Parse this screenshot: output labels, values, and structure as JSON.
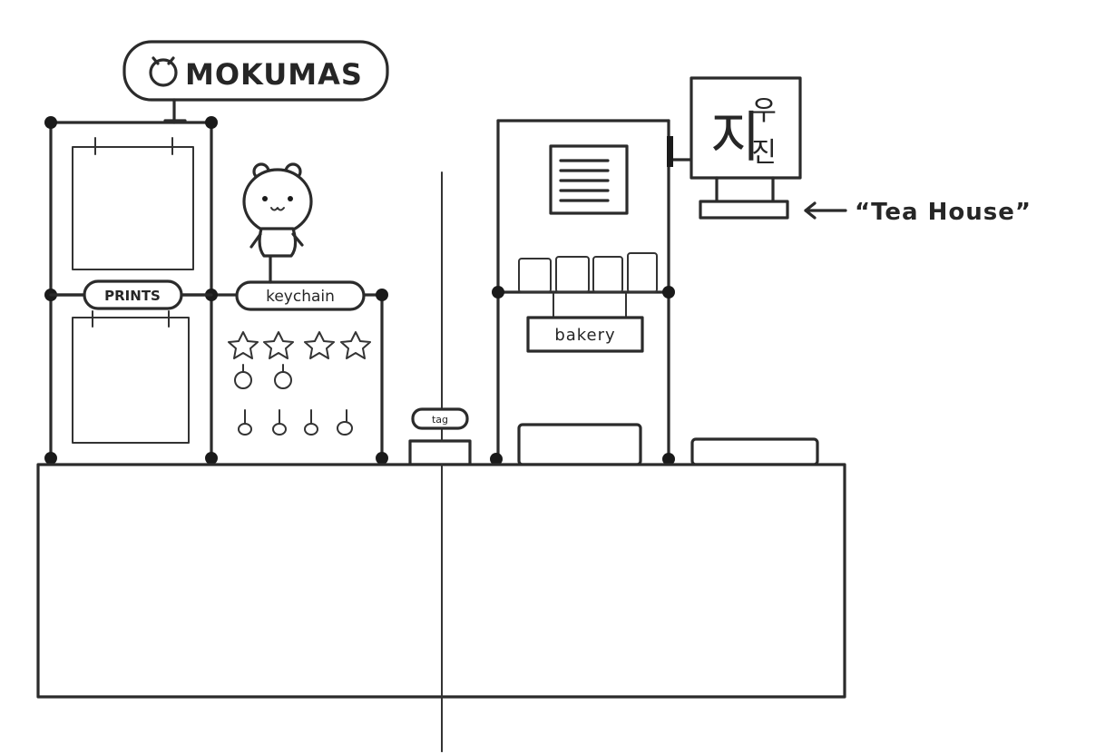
{
  "sign": {
    "brand": "MOKUMAS"
  },
  "labels": {
    "prints": "PRINTS",
    "keychain": "keychain",
    "tag": "tag",
    "bakery": "bakery",
    "korean_top": "우",
    "korean_bottom": "진",
    "korean_big": "지",
    "tea_house": "“Tea House”"
  },
  "icons": {
    "brand": "cat-face-icon",
    "mascot": "bear-mascot-icon",
    "stars": "star-keychain-icon",
    "apples": "apple-keychain-icon",
    "drops": "round-keychain-icon",
    "arrow": "arrow-left-icon"
  }
}
